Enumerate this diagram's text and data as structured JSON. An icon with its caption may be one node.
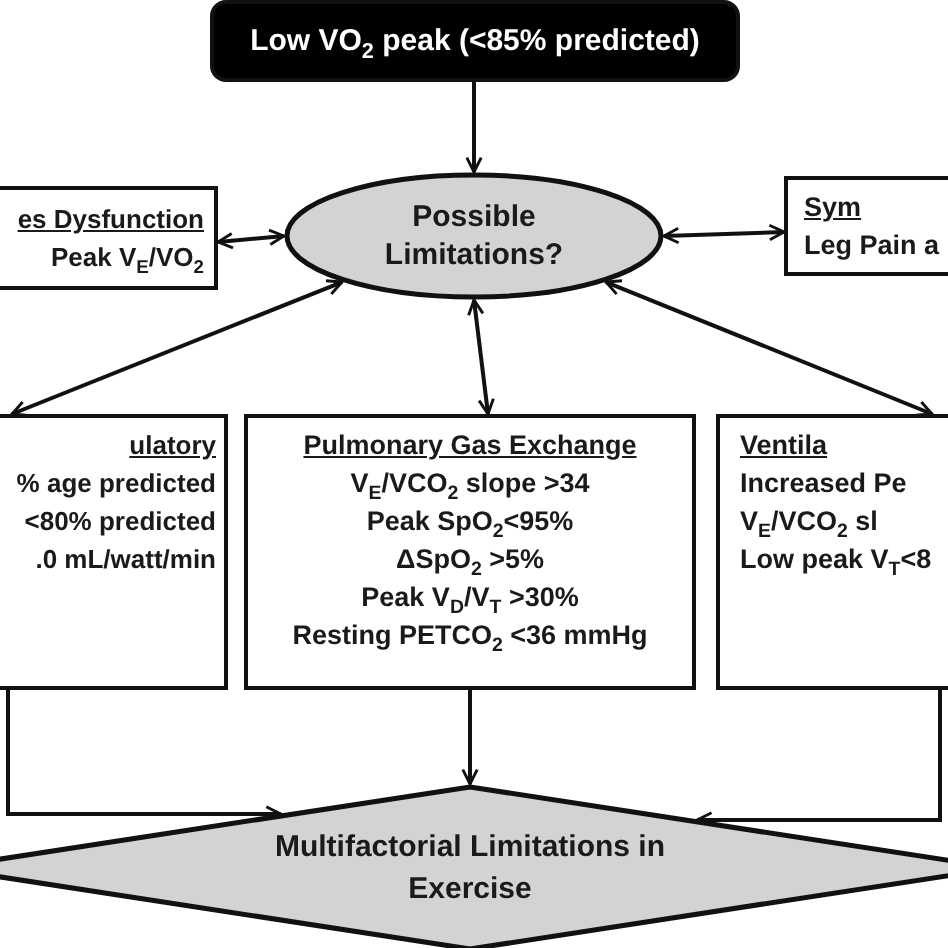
{
  "diagram": {
    "nodes": [
      {
        "text": [
          "Low VO$_{2}$ peak (<85% predicted)"
        ]
      },
      {
        "text": [
          "Possible Limitations?"
        ]
      },
      {
        "text": [
          "es Dysfunction",
          "Peak V$_{E}$/VO$_{2}$"
        ]
      },
      {
        "text": [
          "Sym",
          "Leg Pain a"
        ]
      },
      {
        "text": [
          "ulatory",
          "% age predicted",
          "<80% predicted",
          ".0 mL/watt/min"
        ]
      },
      {
        "text": [
          "Pulmonary Gas Exchange",
          "V$_{E}$/VCO$_{2}$ slope >34",
          "Peak SpO$_{2}$<95%",
          "ΔSpO$_{2}$ >5%",
          "Peak V$_{D}$/V$_{T}$ >30%",
          "Resting PETCO$_{2}$ <36 mmHg"
        ]
      },
      {
        "text": [
          "Ventila",
          "Increased Pe",
          "V$_{E}$/VCO$_{2}$ sl",
          "Low peak V$_{T}$<8"
        ]
      },
      {
        "text": [
          "Multifactorial Limitations in Exercise"
        ]
      }
    ],
    "edges": [
      {
        "from": 0,
        "to": 1,
        "arrow": "to"
      },
      {
        "from": 2,
        "to": 1,
        "arrow": "both"
      },
      {
        "from": 1,
        "to": 3,
        "arrow": "both"
      },
      {
        "from": 1,
        "to": 4,
        "arrow": "both"
      },
      {
        "from": 1,
        "to": 5,
        "arrow": "both"
      },
      {
        "from": 1,
        "to": 6,
        "arrow": "both"
      },
      {
        "from": 4,
        "to": 7,
        "arrow": "to"
      },
      {
        "from": 5,
        "to": 7,
        "arrow": "to"
      },
      {
        "from": 6,
        "to": 7,
        "arrow": "to"
      }
    ]
  }
}
